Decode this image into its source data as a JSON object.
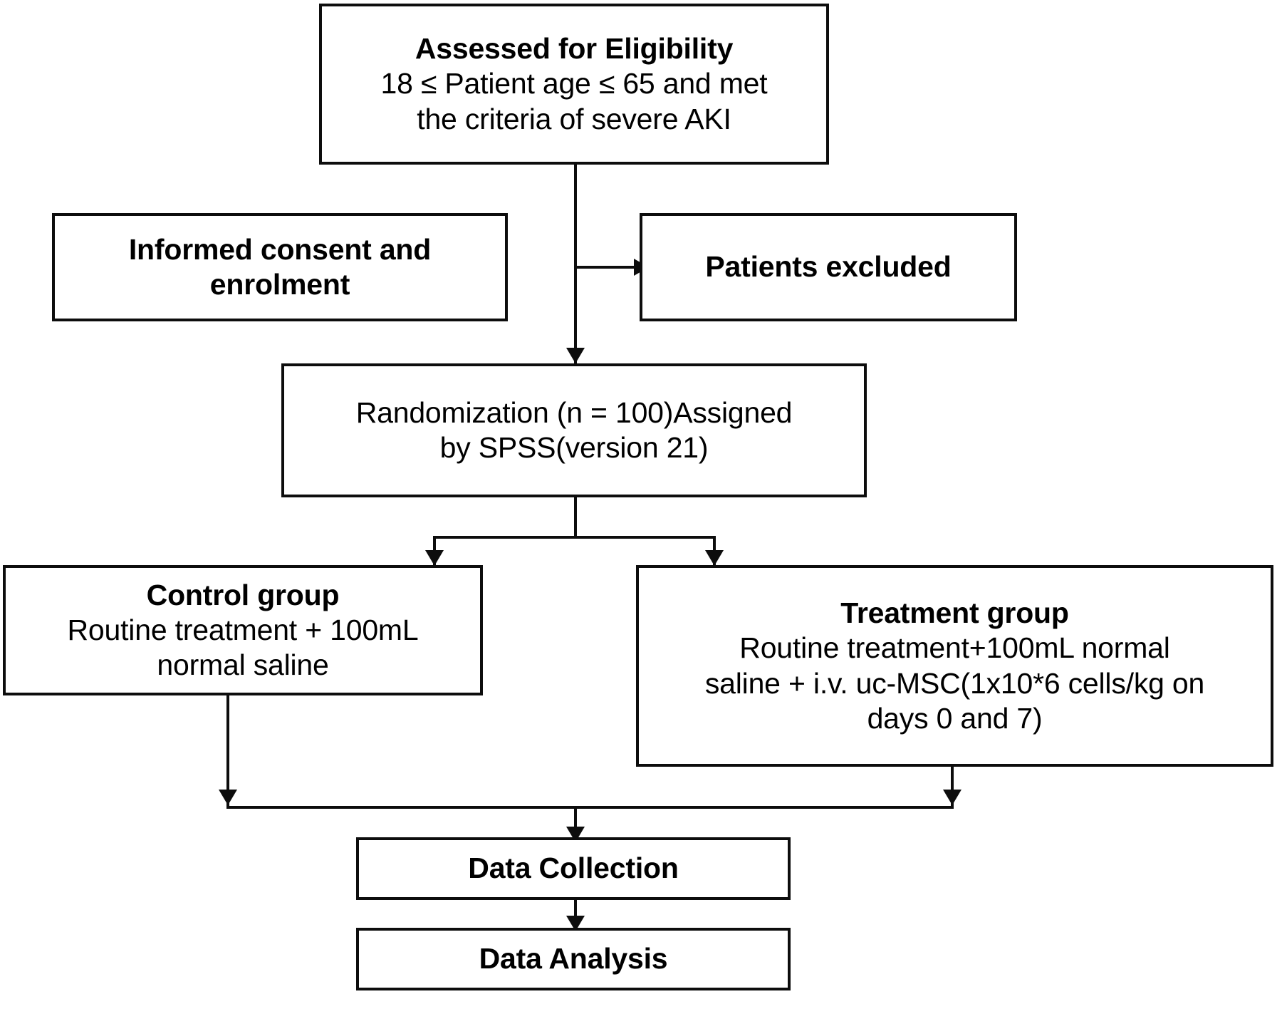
{
  "diagram": {
    "title": "CONSORT-style participant flow diagram for a uc-MSC trial in severe AKI",
    "type": "flowchart",
    "nodes": [
      {
        "id": "eligibility",
        "name": "assessed-for-eligibility",
        "heading": "Assessed for Eligibility",
        "heading_bold": true,
        "lines": [
          "18 ≤ Patient age ≤ 65 and met",
          "the criteria of severe AKI"
        ]
      },
      {
        "id": "consent",
        "name": "informed-consent-and-enrolment",
        "heading": "Informed consent and",
        "heading_bold": true,
        "lines": [],
        "heading2": "enrolment"
      },
      {
        "id": "excluded",
        "name": "patients-excluded",
        "heading": "Patients excluded",
        "heading_bold": true,
        "lines": []
      },
      {
        "id": "randomization",
        "name": "randomization",
        "heading": "",
        "heading_bold": false,
        "lines": [
          "Randomization (n = 100)Assigned",
          "by SPSS(version 21)"
        ]
      },
      {
        "id": "control",
        "name": "control-group",
        "heading": "Control group",
        "heading_bold": true,
        "lines": [
          "Routine treatment + 100mL",
          "normal saline"
        ]
      },
      {
        "id": "treatment",
        "name": "treatment-group",
        "heading": "Treatment group",
        "heading_bold": true,
        "lines": [
          "Routine treatment+100mL normal",
          "saline + i.v. uc-MSC(1x10*6 cells/kg on",
          "days 0 and 7)"
        ]
      },
      {
        "id": "collection",
        "name": "data-collection",
        "heading": "Data Collection",
        "heading_bold": true,
        "lines": []
      },
      {
        "id": "analysis",
        "name": "data-analysis",
        "heading": "Data Analysis",
        "heading_bold": true,
        "lines": []
      }
    ],
    "edges": [
      {
        "from": "eligibility",
        "to": "excluded",
        "label": ""
      },
      {
        "from": "eligibility",
        "to": "randomization",
        "label": ""
      },
      {
        "from": "randomization",
        "to": "control",
        "label": ""
      },
      {
        "from": "randomization",
        "to": "treatment",
        "label": ""
      },
      {
        "from": "control",
        "to": "collection",
        "label": ""
      },
      {
        "from": "treatment",
        "to": "collection",
        "label": ""
      },
      {
        "from": "collection",
        "to": "analysis",
        "label": ""
      }
    ],
    "colors": {
      "stroke": "#0d0d0d",
      "fill": "#ffffff",
      "text": "#000000"
    },
    "randomization_n": "100",
    "spss_version": "21",
    "age_min": "18",
    "age_max": "65"
  }
}
